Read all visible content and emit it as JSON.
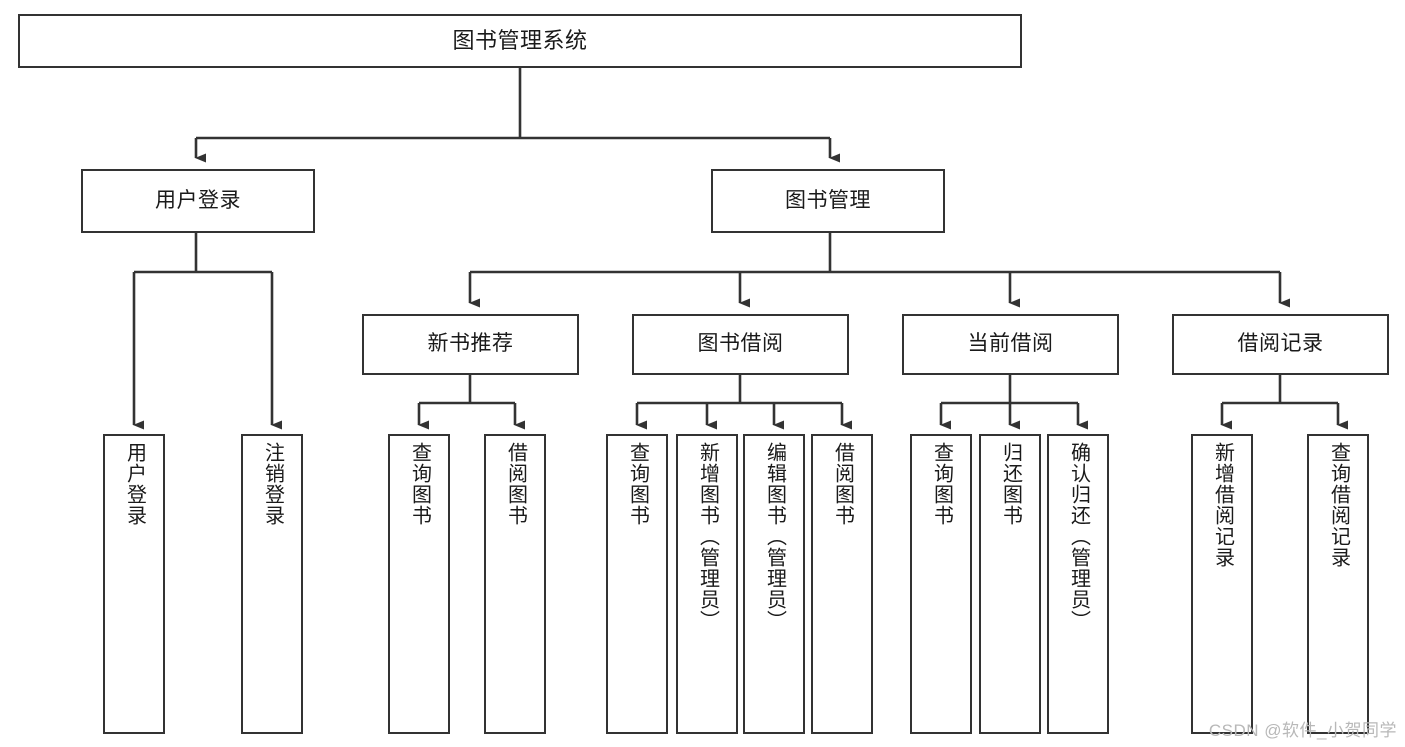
{
  "diagram": {
    "title": "图书管理系统",
    "type": "tree",
    "stroke_color": "#333333",
    "fill_color": "#ffffff",
    "text_color": "#1a1a1a"
  },
  "watermark": {
    "text": "CSDN @软件_小贺同学",
    "color": "#b8b8b8"
  },
  "nodes": {
    "root": {
      "label": "图书管理系统"
    },
    "level2": [
      {
        "id": "user-login",
        "label": "用户登录"
      },
      {
        "id": "book-manage",
        "label": "图书管理"
      }
    ],
    "level3": [
      {
        "id": "new-book-recommend",
        "label": "新书推荐"
      },
      {
        "id": "book-borrow",
        "label": "图书借阅"
      },
      {
        "id": "current-borrow",
        "label": "当前借阅"
      },
      {
        "id": "borrow-record",
        "label": "借阅记录"
      }
    ],
    "leaves": {
      "user_login": [
        {
          "id": "leaf-user-login",
          "label": "用户登录"
        },
        {
          "id": "leaf-user-logout",
          "label": "注销登录"
        }
      ],
      "new_book_recommend": [
        {
          "id": "leaf-query-book-1",
          "label": "查询图书"
        },
        {
          "id": "leaf-borrow-book-1",
          "label": "借阅图书"
        }
      ],
      "book_borrow": [
        {
          "id": "leaf-query-book-2",
          "label": "查询图书"
        },
        {
          "id": "leaf-add-book",
          "label": "新增图书（管理员）"
        },
        {
          "id": "leaf-edit-book",
          "label": "编辑图书（管理员）"
        },
        {
          "id": "leaf-borrow-book-2",
          "label": "借阅图书"
        }
      ],
      "current_borrow": [
        {
          "id": "leaf-query-book-3",
          "label": "查询图书"
        },
        {
          "id": "leaf-return-book",
          "label": "归还图书"
        },
        {
          "id": "leaf-confirm-return",
          "label": "确认归还（管理员）"
        }
      ],
      "borrow_record": [
        {
          "id": "leaf-add-record",
          "label": "新增借阅记录"
        },
        {
          "id": "leaf-query-record",
          "label": "查询借阅记录"
        }
      ]
    }
  }
}
